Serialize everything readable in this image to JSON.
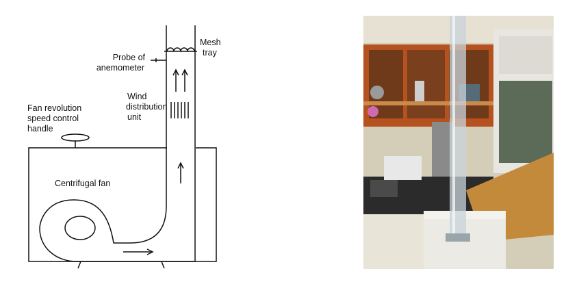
{
  "diagram": {
    "labels": {
      "mesh_tray": [
        "Mesh",
        "tray"
      ],
      "probe": [
        "Probe of",
        "anemometer"
      ],
      "wind_unit": [
        "Wind",
        "distribution",
        "unit"
      ],
      "handle": [
        "Fan revolution",
        "speed control",
        "handle"
      ],
      "fan": "Centrifugal fan"
    },
    "stroke_color": "#111111"
  },
  "photo": {
    "subject": "laboratory photo of wind tunnel apparatus",
    "colors": {
      "wall": "#d8d2be",
      "shelf": "#b5521f",
      "bench": "#c48a3c",
      "cabinet": "#e8e6e0",
      "tube": "#c9d3db"
    }
  }
}
